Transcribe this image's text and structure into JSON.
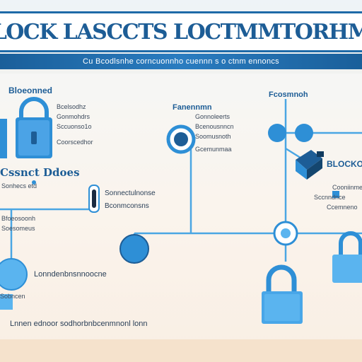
{
  "title": "LOCK LASCCTS LOCTMMTORHM",
  "subtitle": "Cu Bcodlsnhe corncuonnho cuennn s o ctnm ennoncs",
  "labels": {
    "top_left_heading": "Bloeonned",
    "top_left_lines": [
      "Bcelsodhz",
      "Gonmohdrs",
      "Sccuonso1o",
      "Coorscedhor"
    ],
    "mid_left_heading": "Cssnct Ddoes",
    "mid_left_lines": [
      "Sonhecs etd",
      "Bfoeosoonh",
      "Soesomeus"
    ],
    "center_top_heading": "Fanennmn",
    "center_top_lines": [
      "Gonnoleerts",
      "Bcenousnncn",
      "Soomusnoth",
      "Gcemunmaa"
    ],
    "center_mid_lines": [
      "Sonnectulnonse",
      "Bconmconsns"
    ],
    "top_right_heading": "Fcosmnoh",
    "right_mid_heading": "BLOCKOL",
    "right_lower_lines": [
      "Cooniinme",
      "Sccnndnce",
      "Ccemneno"
    ],
    "bottom_left_lines": [
      "Lonndenbnsnnoocne",
      "Sobncen"
    ],
    "footer_text": "Lnnen ednoor sodhorbnbcenmnonl lonn"
  },
  "icons": [
    "padlock-icon",
    "keyhole-icon",
    "node-icon",
    "key-icon",
    "cylinder-lock-icon"
  ],
  "colors": {
    "accent": "#2e8fd6",
    "accent_light": "#5ab4ef",
    "dark": "#1d5d96",
    "line": "#4aa6e3"
  }
}
